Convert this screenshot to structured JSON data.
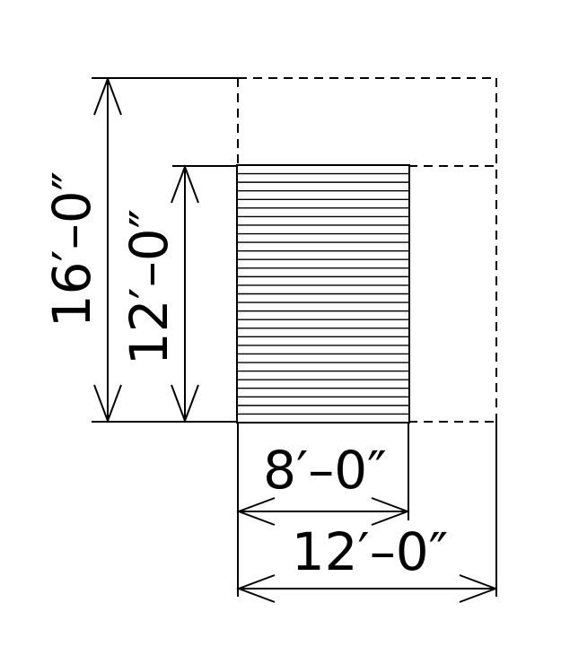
{
  "dimensions": {
    "overall_height": "16′–0″",
    "inner_height": "12′–0″",
    "inner_width": "8′–0″",
    "overall_width": "12′–0″"
  },
  "panel": {
    "stripe_count": 30
  }
}
